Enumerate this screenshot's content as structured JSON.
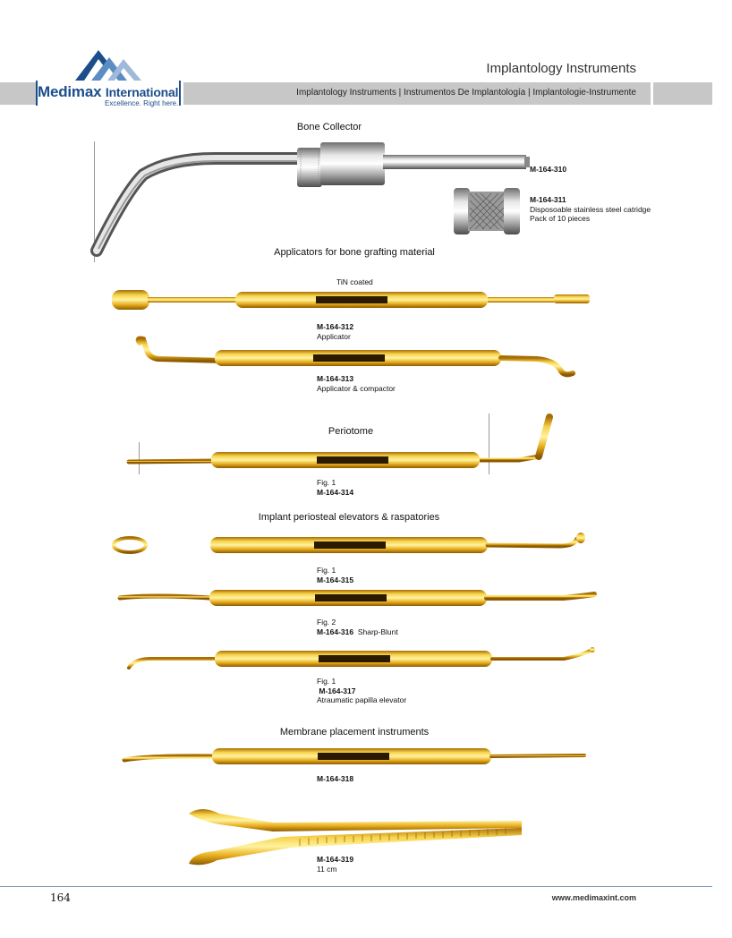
{
  "header": {
    "brand_name": "Medimax",
    "brand_suffix": "International",
    "tagline": "Excellence. Right here.",
    "title": "Implantology Instruments",
    "subtitle": "Implantology Instruments | Instrumentos De Implantología | Implantologie-Instrumente"
  },
  "sections": {
    "bone_collector": "Bone Collector",
    "applicators": "Applicators for bone grafting material",
    "periotome": "Periotome",
    "elevators": "Implant periosteal elevators & raspatories",
    "membrane": "Membrane placement instruments"
  },
  "coating_note": "TiN coated",
  "products": {
    "p310": {
      "code": "M-164-310"
    },
    "p311": {
      "code": "M-164-311",
      "desc1": "Disposoable stainless steel catridge",
      "desc2": "Pack of 10 pieces"
    },
    "p312": {
      "code": "M-164-312",
      "desc": "Applicator"
    },
    "p313": {
      "code": "M-164-313",
      "desc": "Applicator & compactor"
    },
    "p314": {
      "fig": "Fig. 1",
      "code": "M-164-314"
    },
    "p315": {
      "fig": "Fig. 1",
      "code": "M-164-315"
    },
    "p316": {
      "fig": "Fig. 2",
      "code": "M-164-316",
      "desc": "Sharp-Blunt"
    },
    "p317": {
      "fig": "Fig. 1",
      "code": "M-164-317",
      "desc": "Atraumatic papilla elevator"
    },
    "p318": {
      "code": "M-164-318"
    },
    "p319": {
      "code": "M-164-319",
      "desc": "11 cm"
    }
  },
  "footer": {
    "page_number": "164",
    "url": "www.medimaxint.com"
  }
}
